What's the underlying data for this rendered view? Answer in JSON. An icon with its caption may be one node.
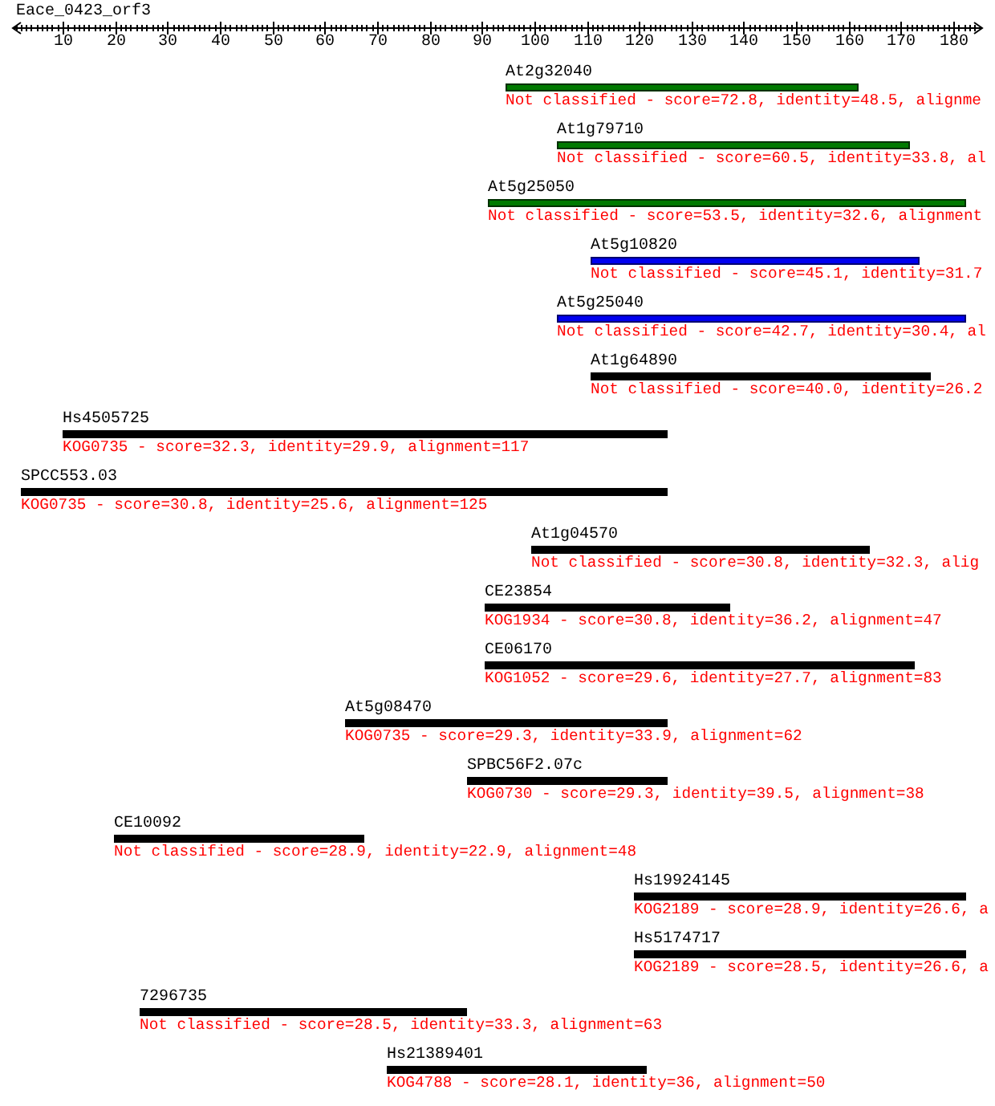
{
  "diagram": {
    "title": "Eace_0423_orf3",
    "nodes": [
      {
        "text": [
          "At2g32040"
        ],
        "beside": [
          "Not classified - score=72.8, identity=48.5, alignme"
        ]
      },
      {
        "text": [
          "At1g79710"
        ],
        "beside": [
          "Not classified - score=60.5, identity=33.8, al"
        ]
      },
      {
        "text": [
          "At5g25050"
        ],
        "beside": [
          "Not classified - score=53.5, identity=32.6, alignment"
        ]
      },
      {
        "text": [
          "At5g10820"
        ],
        "beside": [
          "Not classified - score=45.1, identity=31.7"
        ]
      },
      {
        "text": [
          "At5g25040"
        ],
        "beside": [
          "Not classified - score=42.7, identity=30.4, al"
        ]
      },
      {
        "text": [
          "At1g64890"
        ],
        "beside": [
          "Not classified - score=40.0, identity=26.2"
        ]
      },
      {
        "text": [
          "Hs4505725"
        ],
        "beside": [
          "KOG0735 - score=32.3, identity=29.9, alignment=117"
        ]
      },
      {
        "text": [
          "SPCC553.03"
        ],
        "beside": [
          "KOG0735 - score=30.8, identity=25.6, alignment=125"
        ]
      },
      {
        "text": [
          "At1g04570"
        ],
        "beside": [
          "Not classified - score=30.8, identity=32.3, alig"
        ]
      },
      {
        "text": [
          "CE23854"
        ],
        "beside": [
          "KOG1934 - score=30.8, identity=36.2, alignment=47"
        ]
      },
      {
        "text": [
          "CE06170"
        ],
        "beside": [
          "KOG1052 - score=29.6, identity=27.7, alignment=83"
        ]
      },
      {
        "text": [
          "At5g08470"
        ],
        "beside": [
          "KOG0735 - score=29.3, identity=33.9, alignment=62"
        ]
      },
      {
        "text": [
          "SPBC56F2.07c"
        ],
        "beside": [
          "KOG0730 - score=29.3, identity=39.5, alignment=38"
        ]
      },
      {
        "text": [
          "CE10092"
        ],
        "beside": [
          "Not classified - score=28.9, identity=22.9, alignment=48"
        ]
      },
      {
        "text": [
          "Hs19924145"
        ],
        "beside": [
          "KOG2189 - score=28.9, identity=26.6, a"
        ]
      },
      {
        "text": [
          "Hs5174717"
        ],
        "beside": [
          "KOG2189 - score=28.5, identity=26.6, a"
        ]
      },
      {
        "text": [
          "7296735"
        ],
        "beside": [
          "Not classified - score=28.5, identity=33.3, alignment=63"
        ]
      },
      {
        "text": [
          "Hs21389401"
        ],
        "beside": [
          "KOG4788 - score=28.1, identity=36, alignment=50"
        ]
      }
    ],
    "labels": [
      "10",
      "20",
      "30",
      "40",
      "50",
      "60",
      "70",
      "80",
      "90",
      "100",
      "110",
      "120",
      "130",
      "140",
      "150",
      "160",
      "170",
      "180"
    ]
  }
}
